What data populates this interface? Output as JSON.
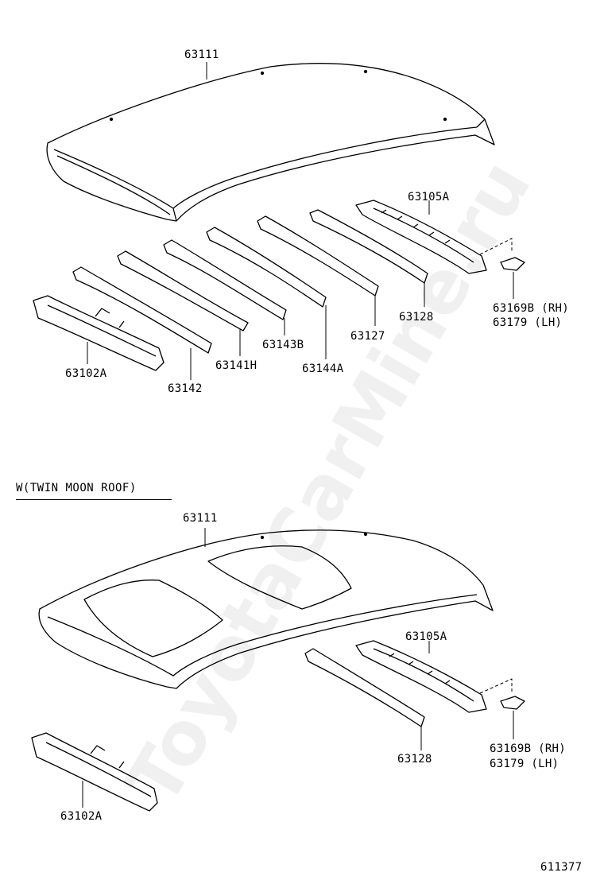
{
  "watermark": "ToyotaCarMine.ru",
  "diagram_code": "611377",
  "top": {
    "roof_panel": "63111",
    "front_header": "63102A",
    "bow_1": "63142",
    "bow_2": "63141H",
    "bow_3": "63143B",
    "bow_4": "63144A",
    "bow_5": "63127",
    "bow_6": "63128",
    "rear_header": "63105A",
    "gusset_rh": "63169B (RH)",
    "gusset_lh": "63179 (LH)"
  },
  "bottom": {
    "variant_label": "W(TWIN MOON ROOF)",
    "roof_panel": "63111",
    "rear_header": "63105A",
    "bow": "63128",
    "gusset_rh": "63169B (RH)",
    "gusset_lh": "63179 (LH)",
    "front_header": "63102A"
  }
}
